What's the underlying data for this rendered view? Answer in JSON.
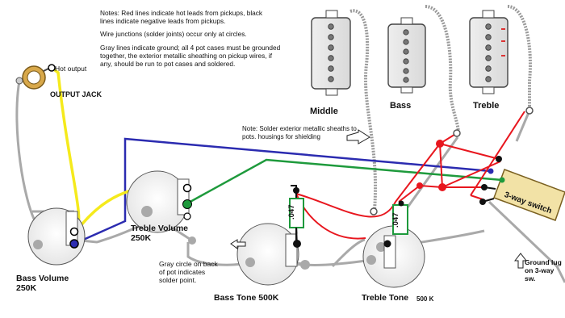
{
  "notes": {
    "line1": "Notes:  Red lines indicate hot leads from pickups, black",
    "line2": "lines indicate negative leads from pickups.",
    "line3": "Wire junctions (solder joints) occur only at circles.",
    "line4": "Gray lines indicate ground; all 4 pot cases must be grounded",
    "line5": "together, the exterior metallic sheathing on pickup wires, if",
    "line6": "any, should be run to pot cases and soldered."
  },
  "shield_note": {
    "line1": "Note:  Solder exterior metallic sheaths to",
    "line2": "pots. housings for shielding"
  },
  "labels": {
    "hot_output": "Hot output",
    "output_jack": "OUTPUT JACK",
    "middle": "Middle",
    "bass": "Bass",
    "treble": "Treble",
    "bass_volume_1": "Bass Volume",
    "bass_volume_2": "250K",
    "treble_volume_1": "Treble Volume",
    "treble_volume_2": "250K",
    "bass_tone": "Bass Tone  500K",
    "treble_tone": "Treble Tone",
    "treble_tone_value": "500 K",
    "gray_circle_1": "Gray circle on back",
    "gray_circle_2": "of pot indicates",
    "gray_circle_3": "solder point.",
    "ground_lug_1": "Ground lug",
    "ground_lug_2": "on 3-way",
    "ground_lug_3": "sw.",
    "switch": "3-way switch",
    "cap_left": ".047",
    "cap_right": ".047"
  },
  "colors": {
    "hot": "#e8161e",
    "negative": "#111111",
    "ground": "#a9a9a9",
    "blue": "#2b2bb0",
    "green": "#1e9a3c",
    "yellow": "#f5ea1c",
    "switch_body": "#f2e2a6"
  }
}
